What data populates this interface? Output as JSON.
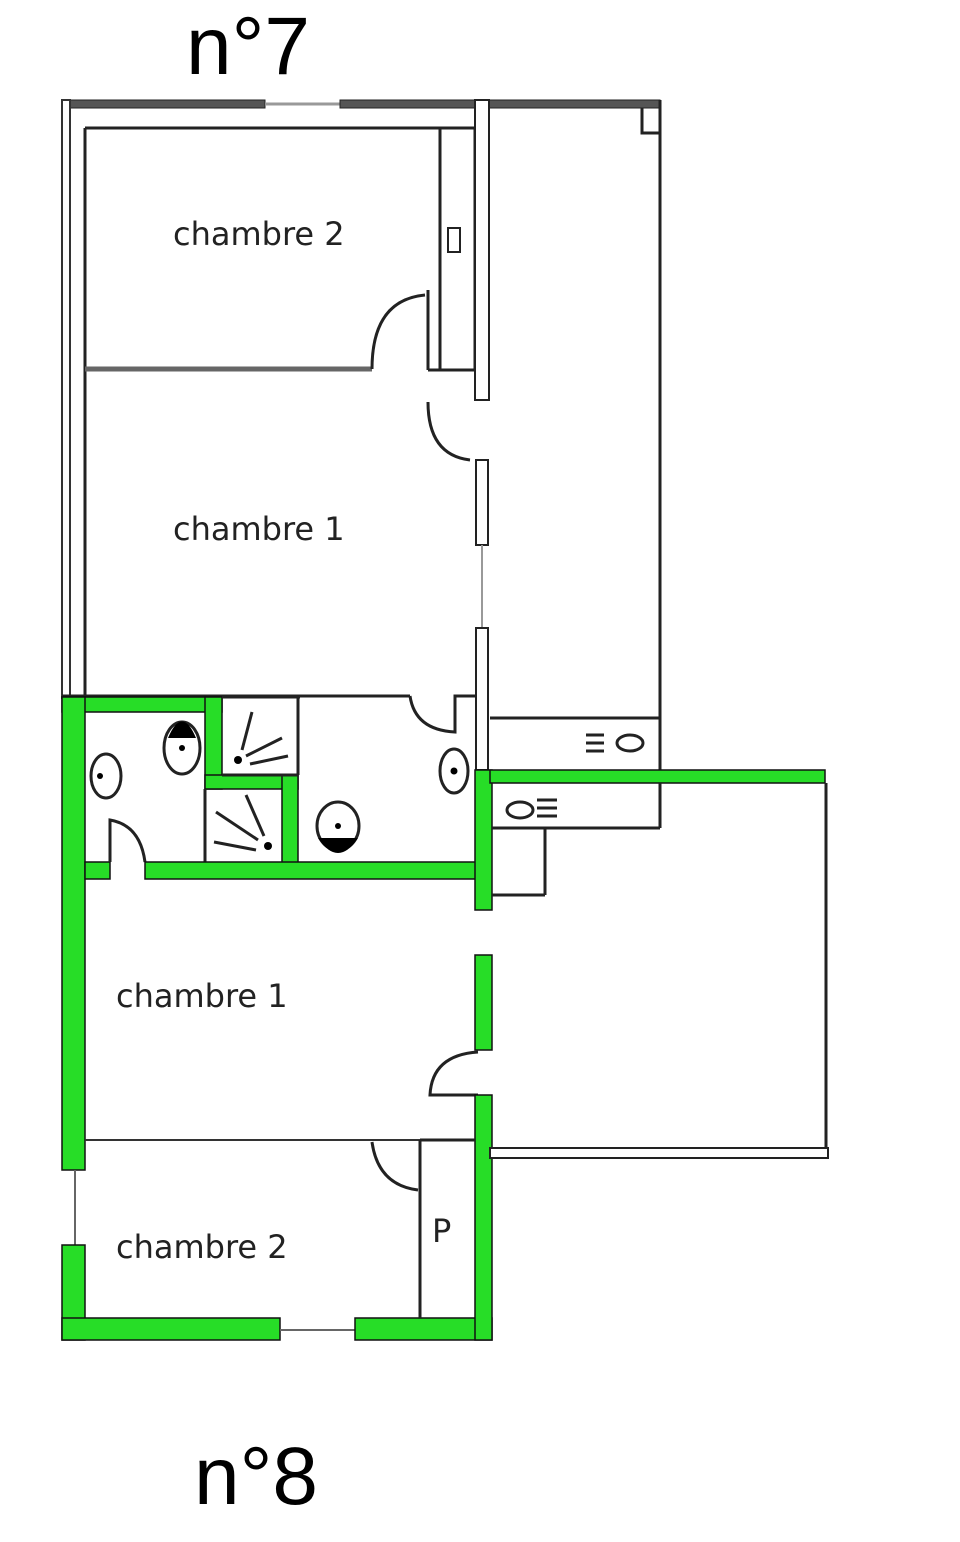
{
  "titles": {
    "top_unit": "n°7",
    "bottom_unit": "n°8"
  },
  "unit7": {
    "rooms": [
      {
        "label": "chambre 2"
      },
      {
        "label": "chambre 1"
      }
    ]
  },
  "unit8": {
    "rooms": [
      {
        "label": "chambre 1"
      },
      {
        "label": "chambre 2"
      }
    ],
    "closet_label": "P"
  },
  "colors": {
    "unit8_walls": "#27dd27",
    "unit7_walls": "#222222"
  }
}
